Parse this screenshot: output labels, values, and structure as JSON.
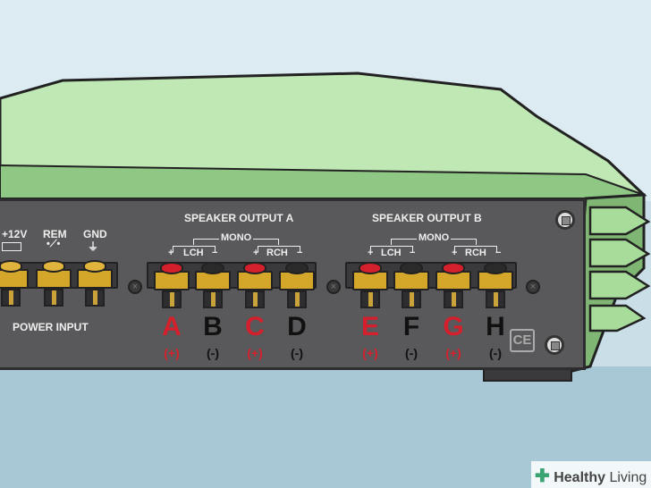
{
  "power": {
    "labels": [
      "+12V",
      "REM",
      "GND"
    ],
    "title": "POWER INPUT"
  },
  "output_a": {
    "title": "SPEAKER OUTPUT A",
    "mono": "MONO",
    "lch": "LCH",
    "rch": "RCH",
    "plus": "+",
    "minus": "−",
    "terminals": [
      {
        "letter": "A",
        "polarity": "(+)"
      },
      {
        "letter": "B",
        "polarity": "(-)"
      },
      {
        "letter": "C",
        "polarity": "(+)"
      },
      {
        "letter": "D",
        "polarity": "(-)"
      }
    ]
  },
  "output_b": {
    "title": "SPEAKER OUTPUT B",
    "mono": "MONO",
    "lch": "LCH",
    "rch": "RCH",
    "plus": "+",
    "minus": "−",
    "terminals": [
      {
        "letter": "E",
        "polarity": "(+)"
      },
      {
        "letter": "F",
        "polarity": "(-)"
      },
      {
        "letter": "G",
        "polarity": "(+)"
      },
      {
        "letter": "H",
        "polarity": "(-)"
      }
    ]
  },
  "ce_mark": "CE",
  "watermark": {
    "brand": "Healthy",
    "brand2": "Living"
  },
  "colors": {
    "amp_green": "#a7dc9a",
    "panel": "#59595b",
    "positive": "#d3202c",
    "negative": "#111111"
  }
}
